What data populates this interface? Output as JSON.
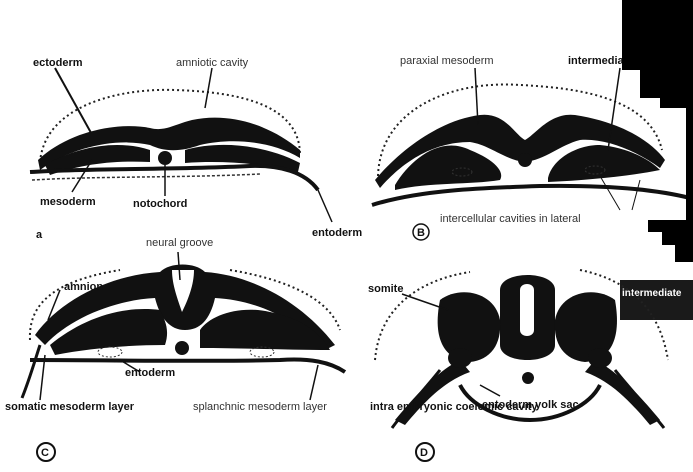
{
  "colors": {
    "tissue": "#111111",
    "background": "#ffffff",
    "edge_block": "#000000"
  },
  "panel_a": {
    "letter": "a",
    "labels": {
      "ectoderm": "ectoderm",
      "amniotic_cavity": "amniotic cavity",
      "mesoderm": "mesoderm",
      "notochord": "notochord",
      "entoderm": "entoderm"
    }
  },
  "panel_b": {
    "letter": "B",
    "labels": {
      "paraxial_mesoderm": "paraxial mesoderm",
      "intermediate_mesoderm": "intermediate m",
      "intercellular_cavities": "intercellular cavities in lateral",
      "intermediate_fragment": "intermediate"
    }
  },
  "panel_c": {
    "letter": "C",
    "labels": {
      "neural_groove": "neural groove",
      "amnion": "amnion",
      "entoderm": "entoderm",
      "somatic_mesoderm": "somatic mesoderm layer",
      "splanchnic_mesoderm": "splanchnic mesoderm layer"
    }
  },
  "panel_d": {
    "letter": "D",
    "labels": {
      "somite": "somite",
      "entoderm_yolk_sac": "entoderm yolk sac",
      "intra_embryonic_coelomic_cavity": "intra embryonic coelomic cavity"
    }
  }
}
